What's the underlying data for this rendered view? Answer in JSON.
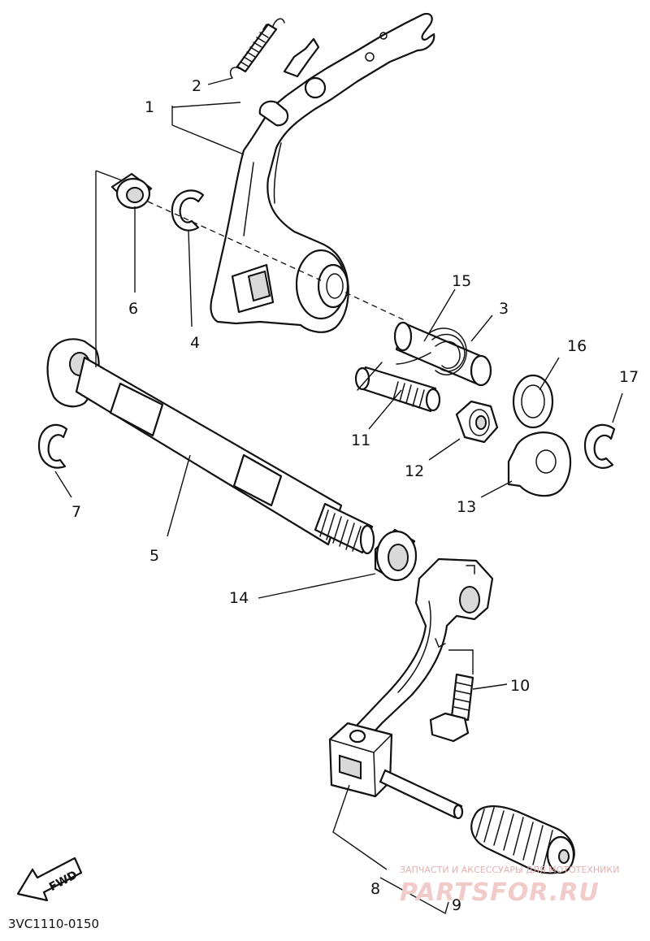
{
  "diagram": {
    "callouts": [
      {
        "id": "1",
        "label": "1"
      },
      {
        "id": "2",
        "label": "2"
      },
      {
        "id": "3",
        "label": "3"
      },
      {
        "id": "4",
        "label": "4"
      },
      {
        "id": "5",
        "label": "5"
      },
      {
        "id": "6",
        "label": "6"
      },
      {
        "id": "7",
        "label": "7"
      },
      {
        "id": "8",
        "label": "8"
      },
      {
        "id": "9",
        "label": "9"
      },
      {
        "id": "10",
        "label": "10"
      },
      {
        "id": "11",
        "label": "11"
      },
      {
        "id": "12",
        "label": "12"
      },
      {
        "id": "13",
        "label": "13"
      },
      {
        "id": "14",
        "label": "14"
      },
      {
        "id": "15",
        "label": "15"
      },
      {
        "id": "16",
        "label": "16"
      },
      {
        "id": "17",
        "label": "17"
      }
    ],
    "fwd_label": "FWD",
    "drawing_code": "3VC1110-0150"
  },
  "watermark": {
    "tagline": "ЗАПЧАСТИ И АКСЕССУАРЫ ДЛЯ МОТОТЕХНИКИ",
    "brand": "PARTSFOR.RU"
  },
  "colors": {
    "line": "#111111",
    "watermark": "#e3b1b1"
  }
}
